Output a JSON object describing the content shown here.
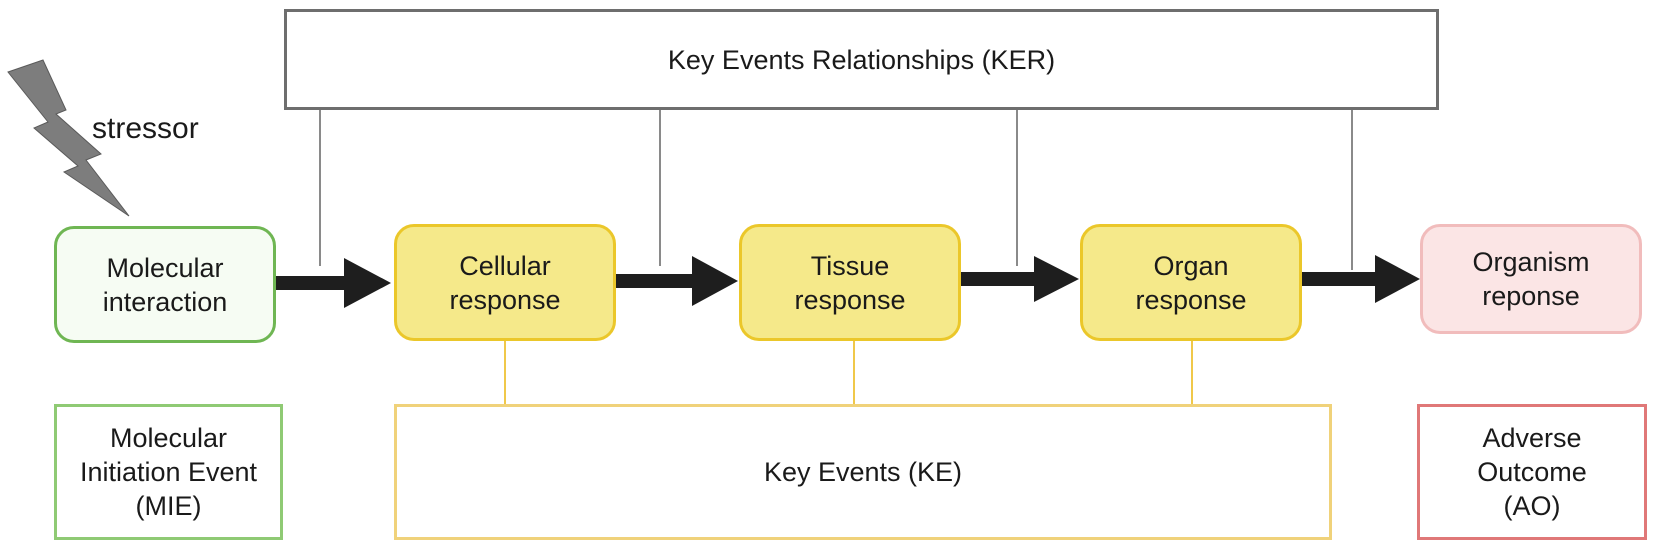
{
  "relationships_label": "Key Events Relationships (KER)",
  "stressor_label": "stressor",
  "nodes": {
    "molecular_interaction": [
      "Molecular",
      "interaction"
    ],
    "cellular_response": [
      "Cellular",
      "response"
    ],
    "tissue_response": [
      "Tissue",
      "response"
    ],
    "organ_response": [
      "Organ",
      "response"
    ],
    "organism_response": [
      "Organism",
      "reponse"
    ]
  },
  "categories": {
    "mie": [
      "Molecular",
      "Initiation Event",
      "(MIE)"
    ],
    "ke": "Key Events (KE)",
    "ao": [
      "Adverse",
      "Outcome",
      "(AO)"
    ]
  },
  "colors": {
    "mie_border": "#6fb653",
    "ke_fill": "#f5e98a",
    "ke_border": "#ebc72a",
    "ao_border": "#e07878",
    "organism_fill": "#fbe5e5",
    "arrow": "#1e1e1e",
    "stressor_bolt": "#7d7d7d"
  }
}
